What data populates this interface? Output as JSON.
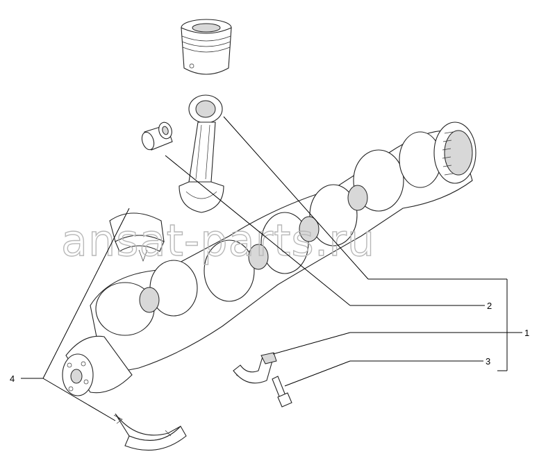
{
  "watermark": "ansat-parts.ru",
  "callouts": [
    {
      "id": "1",
      "label": "1"
    },
    {
      "id": "2",
      "label": "2"
    },
    {
      "id": "3",
      "label": "3"
    },
    {
      "id": "4",
      "label": "4"
    }
  ]
}
